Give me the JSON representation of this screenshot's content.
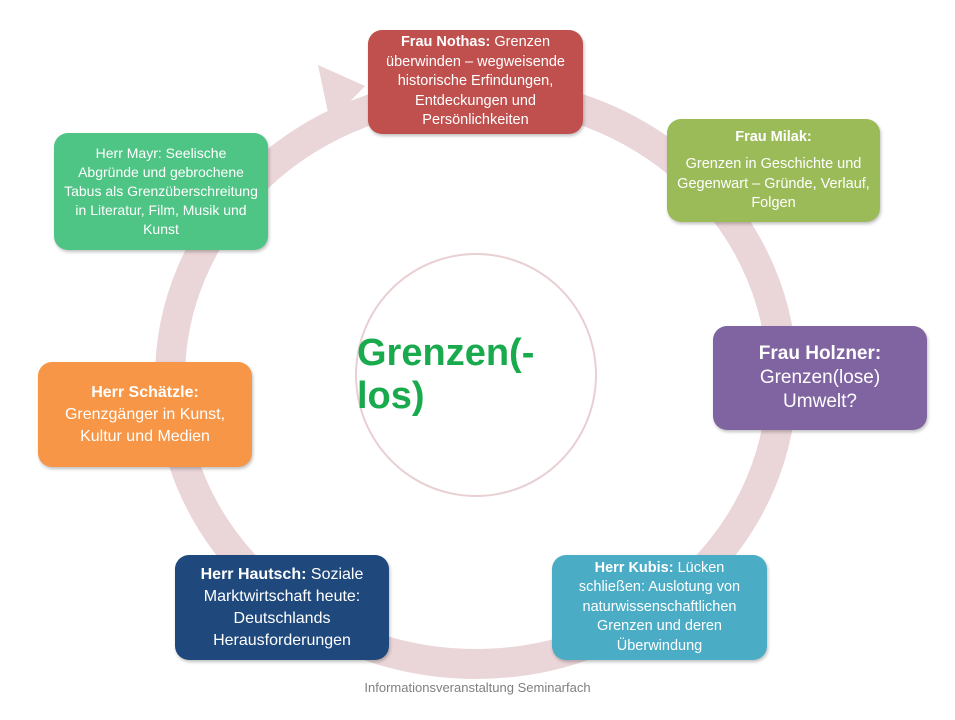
{
  "center": {
    "title": "Grenzen(-los)"
  },
  "boxes": {
    "nothas": {
      "name": "Frau Nothas:",
      "text": "Grenzen überwinden – wegweisende historische Erfindungen, Entdeckungen und Persönlichkeiten",
      "color": "#c0504d"
    },
    "milak": {
      "name": "Frau Milak:",
      "text": "Grenzen in Geschichte und Gegenwart – Gründe, Verlauf, Folgen",
      "color": "#9bbb59"
    },
    "holzner": {
      "name": "Frau Holzner:",
      "text": "Grenzen(lose) Umwelt?",
      "color": "#8064a2"
    },
    "kubis": {
      "name": "Herr Kubis:",
      "text": "Lücken schließen: Auslotung von naturwissenschaftlichen Grenzen und deren Überwindung",
      "color": "#4bacc6"
    },
    "hautsch": {
      "name": "Herr Hautsch:",
      "text": "Soziale Marktwirtschaft heute: Deutschlands Herausforderungen",
      "color": "#1f497d"
    },
    "schaetzle": {
      "name": "Herr Schätzle:",
      "text": "Grenzgänger in Kunst, Kultur und Medien",
      "color": "#f79646"
    },
    "mayr": {
      "name": "Herr Mayr:",
      "text": "Seelische Abgründe und gebrochene Tabus als Grenzüberschreitung in Literatur, Film, Musik und Kunst",
      "color": "#4ec485"
    }
  },
  "footer": "Informationsveranstaltung Seminarfach"
}
